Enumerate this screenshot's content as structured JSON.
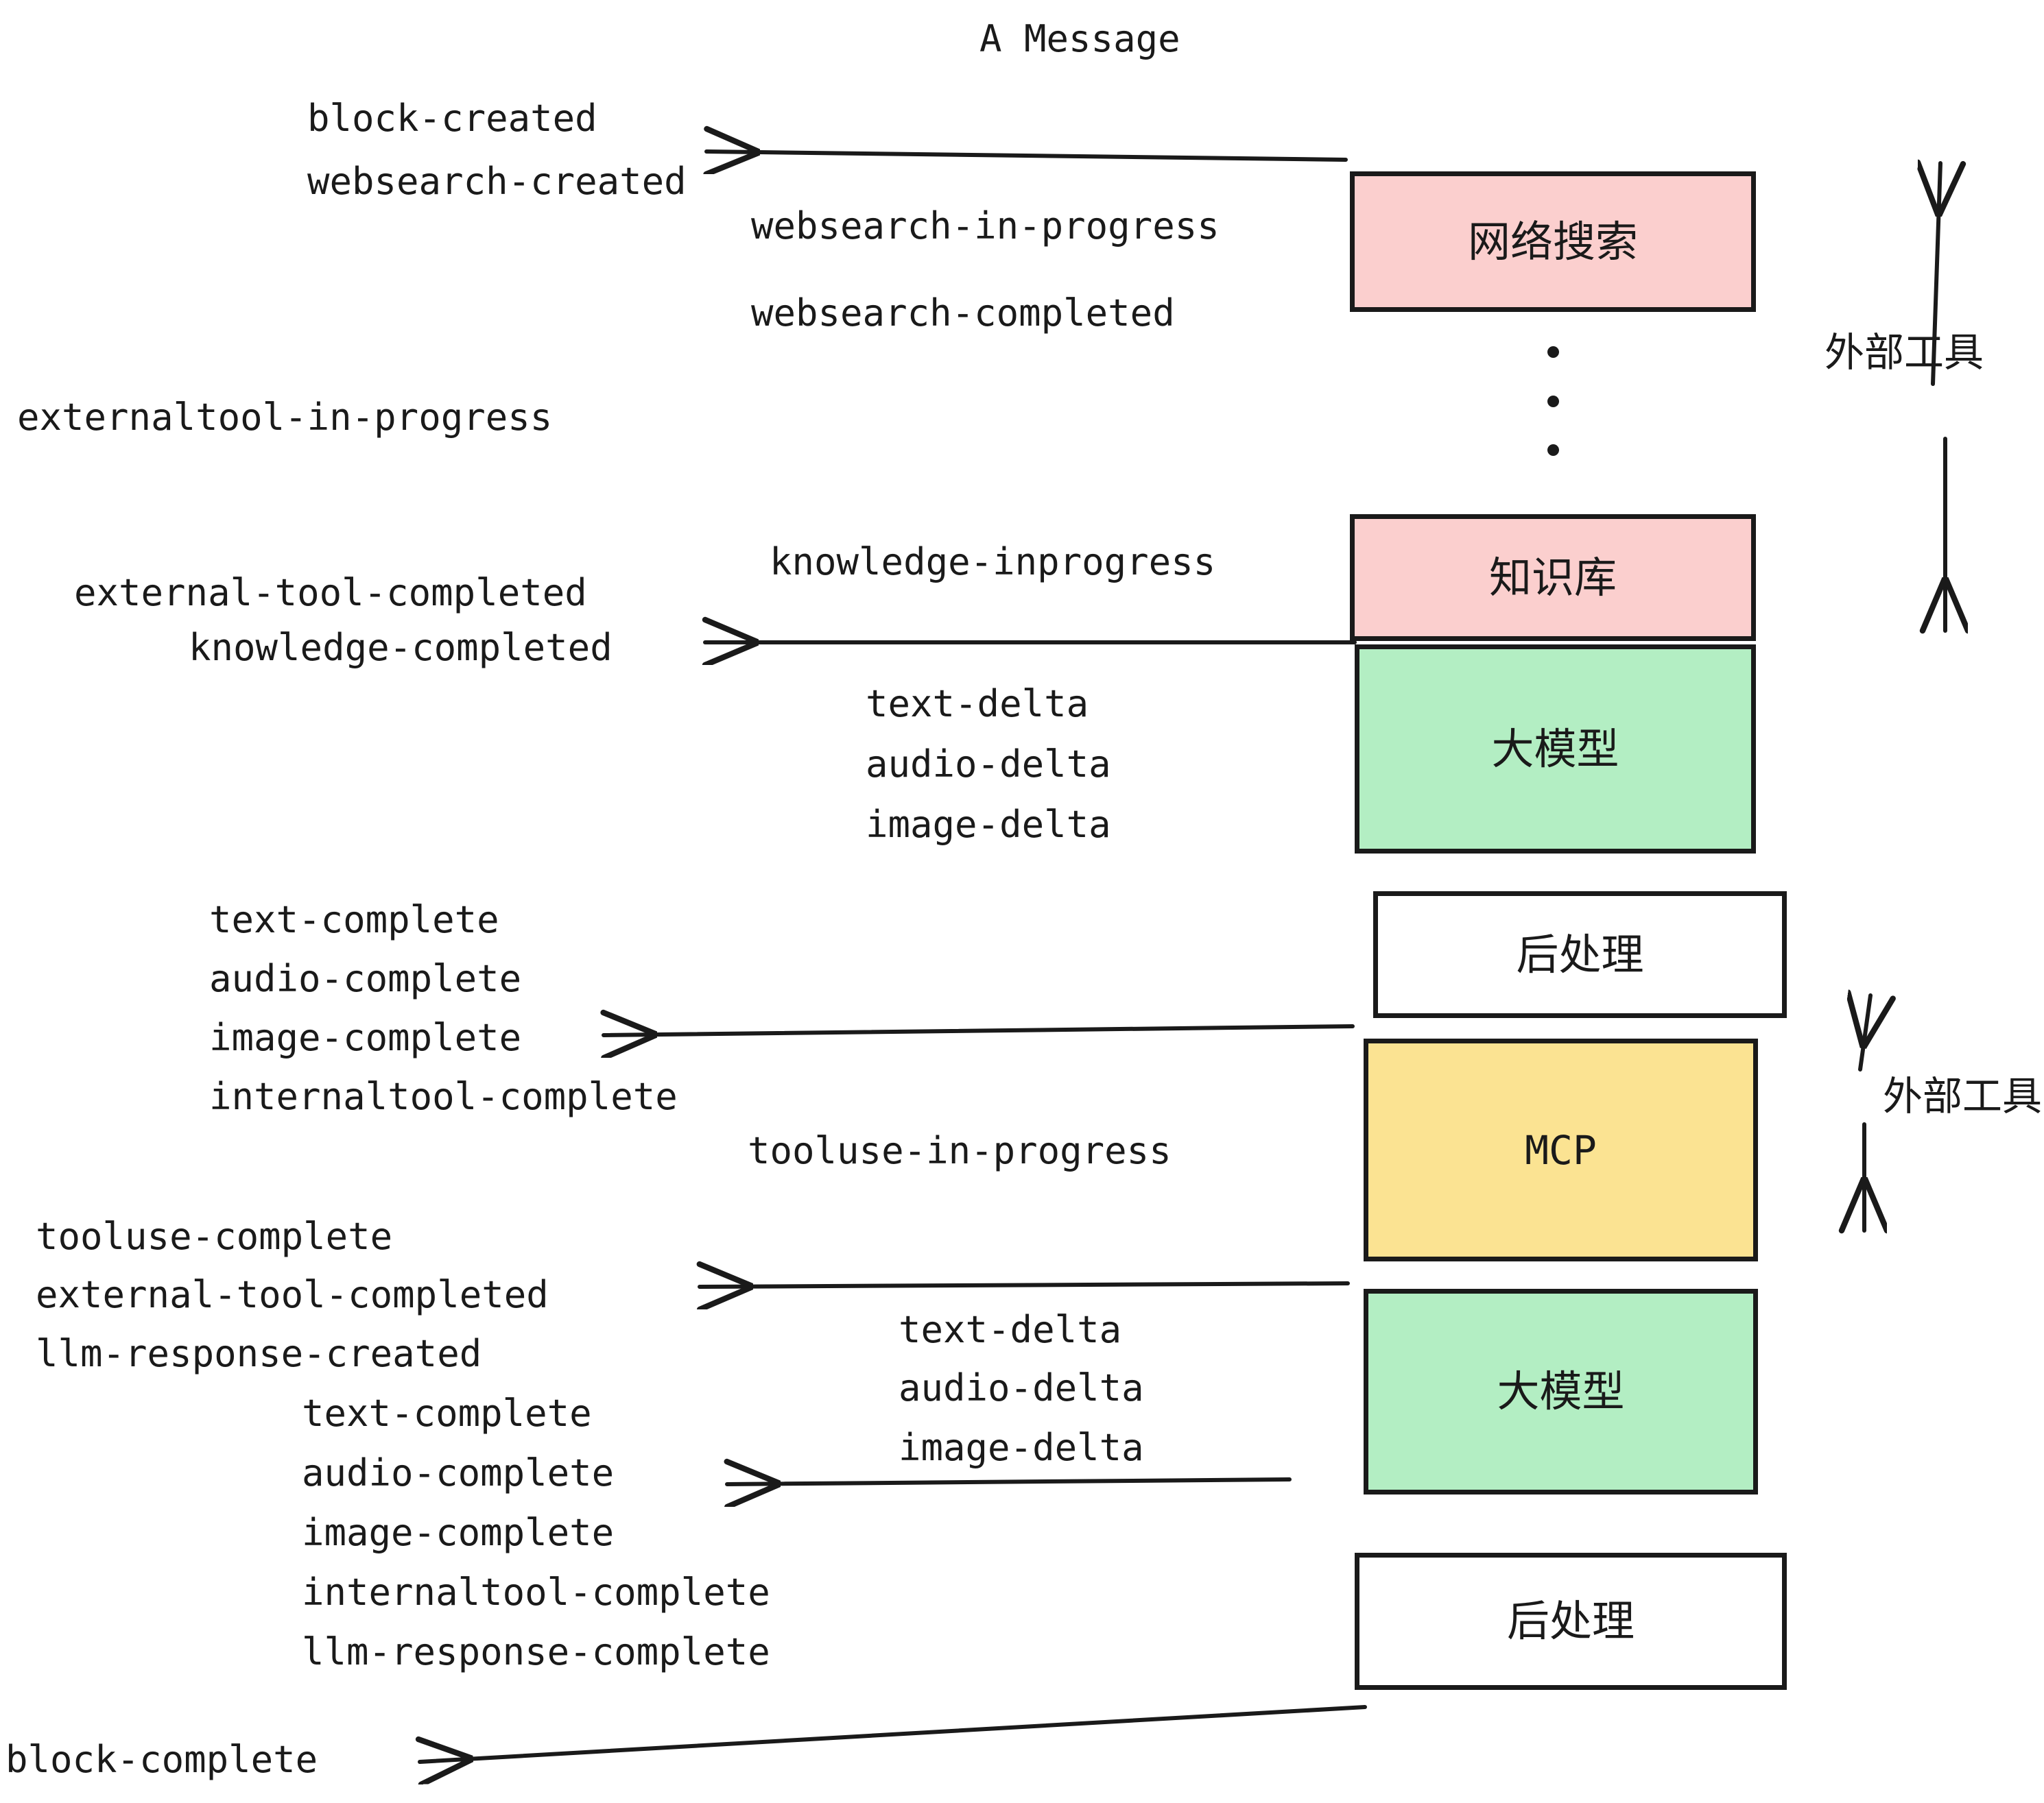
{
  "title": "A Message",
  "colors": {
    "pink": "#fbcfce",
    "green": "#b3eec3",
    "yellow": "#fbe392",
    "white": "#ffffff",
    "stroke": "#1a1a1a",
    "text": "#1a1a1a"
  },
  "boxes": [
    {
      "id": "websearch",
      "label": "网络搜索",
      "fill": "pink"
    },
    {
      "id": "knowledgebase",
      "label": "知识库",
      "fill": "pink"
    },
    {
      "id": "llm-1",
      "label": "大模型",
      "fill": "green"
    },
    {
      "id": "postprocess-1",
      "label": "后处理",
      "fill": "white"
    },
    {
      "id": "mcp",
      "label": "MCP",
      "fill": "yellow"
    },
    {
      "id": "llm-2",
      "label": "大模型",
      "fill": "green"
    },
    {
      "id": "postprocess-2",
      "label": "后处理",
      "fill": "white"
    }
  ],
  "side_annotations": [
    {
      "id": "external-tools-top",
      "label": "外部工具"
    },
    {
      "id": "external-tools-bottom",
      "label": "外部工具"
    }
  ],
  "events": [
    {
      "id": "e01",
      "text": "block-created"
    },
    {
      "id": "e02",
      "text": "websearch-created"
    },
    {
      "id": "e03",
      "text": "websearch-in-progress"
    },
    {
      "id": "e04",
      "text": "websearch-completed"
    },
    {
      "id": "e05",
      "text": "externaltool-in-progress"
    },
    {
      "id": "e06",
      "text": "knowledge-inprogress"
    },
    {
      "id": "e07",
      "text": "external-tool-completed"
    },
    {
      "id": "e08",
      "text": "knowledge-completed"
    },
    {
      "id": "e09",
      "text": "text-delta"
    },
    {
      "id": "e10",
      "text": "audio-delta"
    },
    {
      "id": "e11",
      "text": "image-delta"
    },
    {
      "id": "e12",
      "text": "text-complete"
    },
    {
      "id": "e13",
      "text": "audio-complete"
    },
    {
      "id": "e14",
      "text": "image-complete"
    },
    {
      "id": "e15",
      "text": "internaltool-complete"
    },
    {
      "id": "e16",
      "text": "tooluse-in-progress"
    },
    {
      "id": "e17",
      "text": "tooluse-complete"
    },
    {
      "id": "e18",
      "text": "external-tool-completed"
    },
    {
      "id": "e19",
      "text": "llm-response-created"
    },
    {
      "id": "e20",
      "text": "text-complete"
    },
    {
      "id": "e21",
      "text": "audio-complete"
    },
    {
      "id": "e22",
      "text": "image-complete"
    },
    {
      "id": "e23",
      "text": "internaltool-complete"
    },
    {
      "id": "e24",
      "text": "llm-response-complete"
    },
    {
      "id": "e25",
      "text": "text-delta"
    },
    {
      "id": "e26",
      "text": "audio-delta"
    },
    {
      "id": "e27",
      "text": "image-delta"
    },
    {
      "id": "e28",
      "text": "block-complete"
    }
  ]
}
